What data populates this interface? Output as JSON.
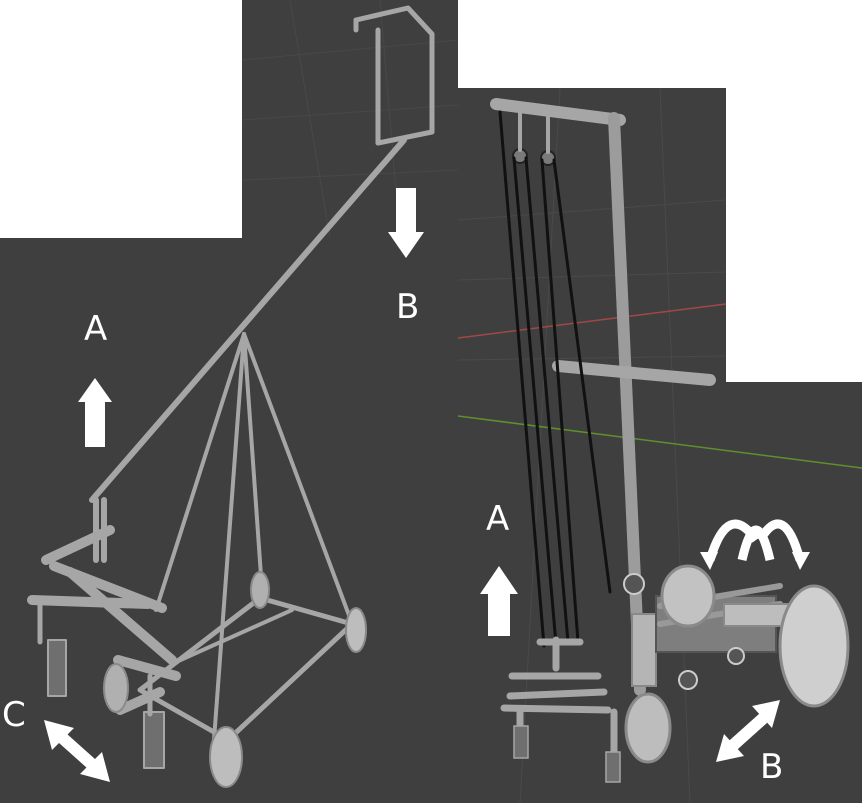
{
  "labels": {
    "left_a": "A",
    "left_b": "B",
    "left_c": "C",
    "right_a": "A",
    "right_b": "B"
  },
  "colors": {
    "viewport_bg": "#3f3f3f",
    "page_bg": "#ffffff",
    "arrow": "#ffffff",
    "metal": "#a6a6a6",
    "cable": "#111111",
    "grid": "#4a4a4a",
    "x_axis": "#a04848",
    "y_axis": "#5f8f2e"
  },
  "icons": {
    "left_a": "up-arrow-icon",
    "left_b": "down-arrow-icon",
    "left_c": "double-arrow-icon",
    "right_a": "up-arrow-icon",
    "right_b": "double-arrow-icon",
    "right_rotate": "rotate-arrows-icon"
  }
}
